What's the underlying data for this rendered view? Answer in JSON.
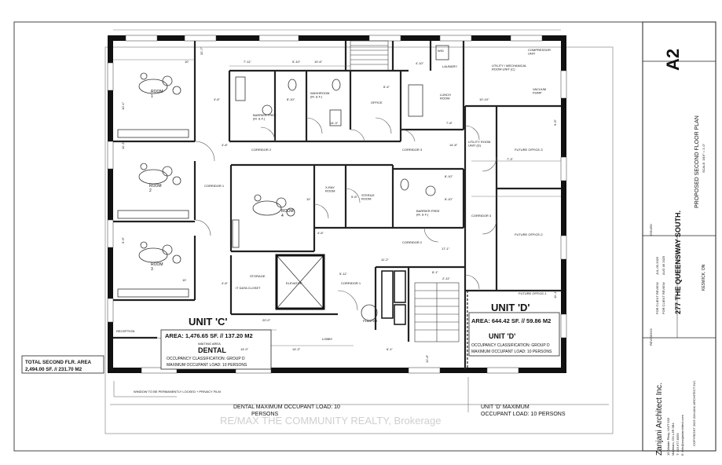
{
  "title_block": {
    "sheet_number": "A2",
    "drawing_title": "PROPOSED SECOND FLOOR PLAN",
    "scale": "SCALE: 3/16\" = 1'-0\"",
    "project_name": "277 THE QUEENSWAY SOUTH.",
    "project_city": "KESWICK, ON",
    "issued_header": "ISSUED",
    "revision_header": "REVISIONS",
    "issues": [
      {
        "no": "1",
        "description": "FOR CLIENT REVIEW",
        "date": "JUL-05-2025",
        "by": "S.Z."
      },
      {
        "no": "2",
        "description": "FOR CLIENT REVIEW",
        "date": "AUG 06 2025",
        "by": "S.Z."
      }
    ],
    "architect_name": "Zanjani Architect Inc.",
    "architect_lines": [
      "15 Allstate Pkwy, UNIT 633",
      "Markham, ON  L3R 5B4",
      "T: 416.677.8355",
      "E: info@zanjaniarchitect.com"
    ],
    "copyright": "COPYRIGHT 2025 ZANJANI ARCHITECT INC."
  },
  "units": {
    "unit_c": {
      "name": "UNIT 'C'",
      "area": "AREA: 1,476.65 SF. // 137.20 M2",
      "tenant": "DENTAL",
      "occupancy": "OCCUPANCY CLASSIFICATION: GROUP D",
      "load": "MAXIMUM OCCUPANT LOAD: 10 PERSONS",
      "waiting": "WAITING AREA"
    },
    "unit_d": {
      "name": "UNIT 'D'",
      "area": "AREA: 644.42 SF. // 59.86 M2",
      "tenant": "UNIT 'D'",
      "occupancy": "OCCUPANCY CLASSIFICATION: GROUP D",
      "load": "MAXIMUM OCCUPANT LOAD: 10 PERSONS"
    }
  },
  "total_area": {
    "line1": "TOTAL SECOND FLR. AREA",
    "line2": "2,494.00 SF. // 231.70 M2"
  },
  "bottom_notes": {
    "window": "WINDOW TO BE PERMANENTLY LOCKED + PRIVACY FILM",
    "dental_load_1": "DENTAL MAXIMUM OCCUPANT LOAD: 10",
    "dental_load_2": "PERSONS",
    "unit_d_load_1": "UNIT 'D' MAXIMUM",
    "unit_d_load_2": "OCCUPANT LOAD: 10 PERSONS",
    "watermark": "RE/MAX   THE COMMUNITY REALTY, Brokerage"
  },
  "rooms": {
    "room1": "ROOM\n1",
    "room2": "ROOM\n2",
    "room3": "ROOM\n3",
    "room4": "ROOM\n4",
    "washroom": "WASHROOM\n(M. & F.)",
    "barrier_free_1": "BARRIER FREE\n(M. & F.)",
    "barrier_free_2": "BARRIER FREE\n(M. & F.)",
    "office": "OFFICE",
    "lunch": "LUNCH\nROOM",
    "laundry": "LAUNDRY",
    "utility": "UTILITY / MECHANICAL\nROOM UNIT (C)",
    "utility_d": "UTILITY ROOM\nUNIT (D)",
    "compressor": "COMPRESSOR\nUNIT",
    "vacuum": "VACUUM\nPUMP",
    "xray": "X-RAY\nROOM",
    "sterile": "STERILE\nROOM",
    "storage": "STORAGE",
    "elevator": "ELEVATOR",
    "reception": "RECEPTION",
    "lobby": "LOBBY",
    "future3": "FUTURE OFFICE-3",
    "future2": "FUTURE OFFICE-2",
    "future1": "FUTURE OFFICE-1",
    "corridor1": "CORRIDOR 1",
    "corridor1b": "CORRIDOR 1",
    "corridor2": "CORRIDOR 2",
    "corridor2b": "CORRIDOR 2",
    "corridor3": "CORRIDOR 3",
    "corridor3b": "CORRIDOR 3",
    "wd": "W/D",
    "planter": "PLANTER",
    "it_closet": "IT DATA CLOSET"
  },
  "dimensions": [
    "32'-7\"",
    "7'-11\"",
    "5'-10\"",
    "10'-6\"",
    "10'",
    "4'-6\"",
    "8'-10\"",
    "6'-4\"",
    "4'-10\"",
    "10'-10\"",
    "10'-1\"",
    "11'-3\"",
    "4'-8\"",
    "14'-3\"",
    "10'",
    "4'-6\"",
    "14'-8\"",
    "7'-8\"",
    "8'-10\"",
    "7'-3\"",
    "8'-10\"",
    "17'-1\"",
    "5'-6\"",
    "4'-6\"",
    "5'-11\"",
    "8'-1\"",
    "2'-11\"",
    "11'-2\"",
    "9'-9\"",
    "10'",
    "20'-0\"",
    "14'-0\"",
    "14'-3\"",
    "6'-1\"",
    "12'-8\"",
    "11'-1\"",
    "9'-6\""
  ]
}
